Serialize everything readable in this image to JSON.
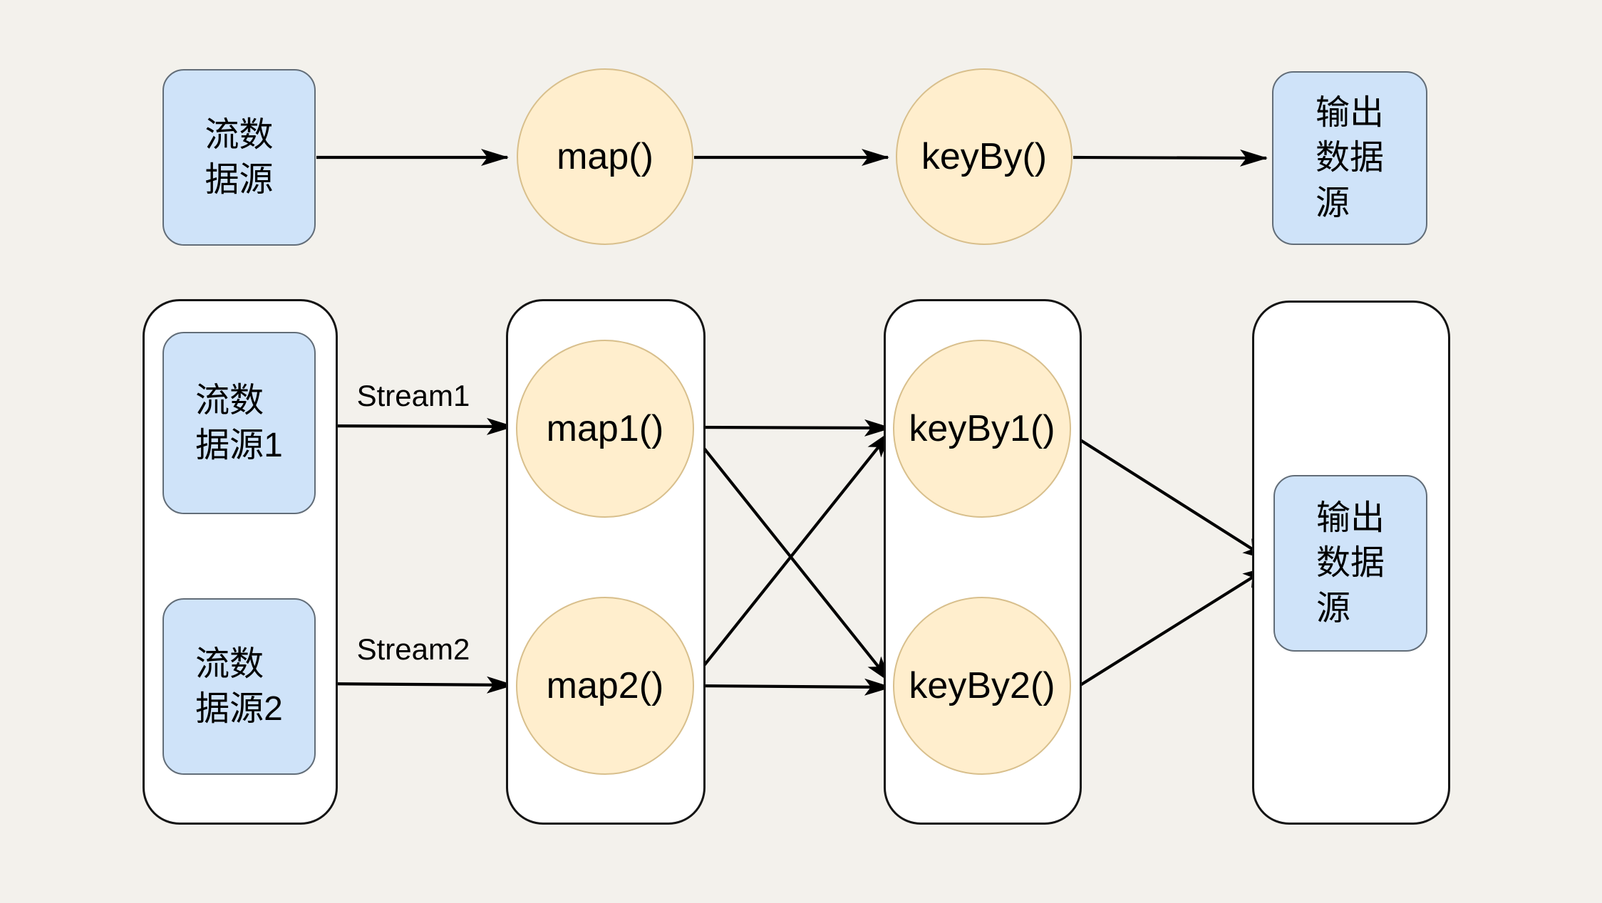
{
  "colors": {
    "background": "#f3f1ec",
    "container_fill": "#ffffff",
    "container_border": "#141414",
    "source_sink_fill": "#cfe3f9",
    "source_sink_border": "#626d78",
    "operator_fill": "#ffeecd",
    "operator_border": "#d8bf8c",
    "arrow": "#000000",
    "text": "#000000"
  },
  "logical_plan": {
    "source_label": "流数\n据源",
    "map_label": "map()",
    "keyby_label": "keyBy()",
    "sink_label": "输出\n数据\n源"
  },
  "parallel_plan": {
    "source1_label": "流数\n据源1",
    "source2_label": "流数\n据源2",
    "map1_label": "map1()",
    "map2_label": "map2()",
    "keyby1_label": "keyBy1()",
    "keyby2_label": "keyBy2()",
    "sink_label": "输出\n数据\n源"
  },
  "edges": [
    {
      "from": "流数据源",
      "to": "map()",
      "label": ""
    },
    {
      "from": "map()",
      "to": "keyBy()",
      "label": ""
    },
    {
      "from": "keyBy()",
      "to": "输出数据源",
      "label": ""
    },
    {
      "from": "流数据源1",
      "to": "map1()",
      "label": "Stream1"
    },
    {
      "from": "流数据源2",
      "to": "map2()",
      "label": "Stream2"
    },
    {
      "from": "map1()",
      "to": "keyBy1()",
      "label": ""
    },
    {
      "from": "map1()",
      "to": "keyBy2()",
      "label": ""
    },
    {
      "from": "map2()",
      "to": "keyBy1()",
      "label": ""
    },
    {
      "from": "map2()",
      "to": "keyBy2()",
      "label": ""
    },
    {
      "from": "keyBy1()",
      "to": "输出数据源",
      "label": ""
    },
    {
      "from": "keyBy2()",
      "to": "输出数据源",
      "label": ""
    }
  ]
}
